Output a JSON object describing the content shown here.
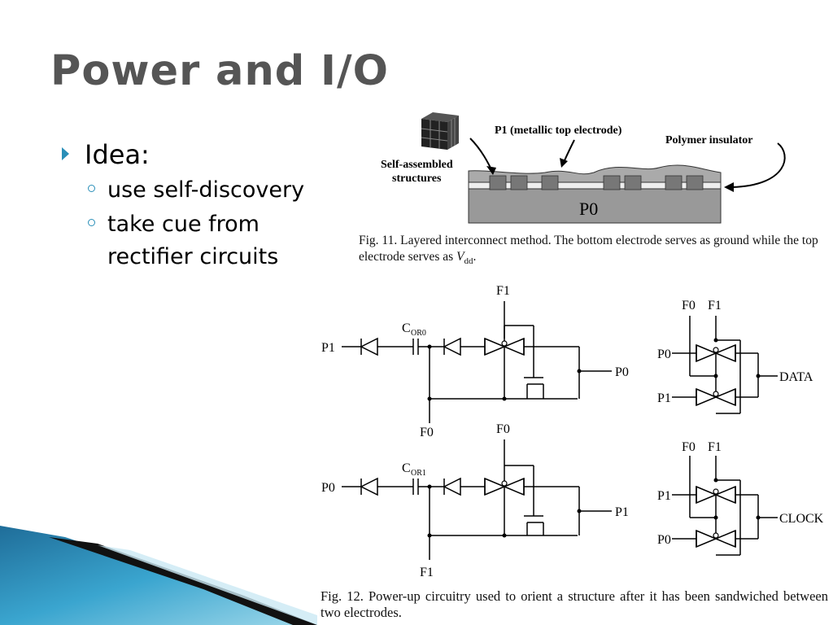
{
  "slide": {
    "title": "Power and I/O",
    "bullet": "Idea:",
    "sub_bullets": [
      "use self-discovery",
      "take cue from rectifier circuits"
    ]
  },
  "fig11": {
    "label_p1": "P1 (metallic top electrode)",
    "label_polymer": "Polymer insulator",
    "label_self_1": "Self-assembled",
    "label_self_2": "structures",
    "label_p0": "P0",
    "caption_pre": "Fig. 11.    Layered interconnect method. The bottom electrode serves as ground while the top electrode serves as ",
    "caption_v": "V",
    "caption_sub": "dd",
    "caption_post": "."
  },
  "fig12": {
    "top": {
      "input": "P1",
      "cap": "C",
      "cap_sub": "OR0",
      "rail_top": "F1",
      "rail_bottom": "F0",
      "output": "P0"
    },
    "bottom": {
      "input": "P0",
      "cap": "C",
      "cap_sub": "OR1",
      "rail_top": "F0",
      "rail_bottom": "F1",
      "output": "P1"
    },
    "data_gate": {
      "f0": "F0",
      "f1": "F1",
      "in_top": "P0",
      "in_bottom": "P1",
      "output": "DATA"
    },
    "clock_gate": {
      "f0": "F0",
      "f1": "F1",
      "in_top": "P1",
      "in_bottom": "P0",
      "output": "CLOCK"
    },
    "caption": "Fig. 12.   Power-up circuitry used to orient a structure after it has been sandwiched between two electrodes."
  },
  "colors": {
    "title": "#555555",
    "accent": "#2a8fb8"
  }
}
